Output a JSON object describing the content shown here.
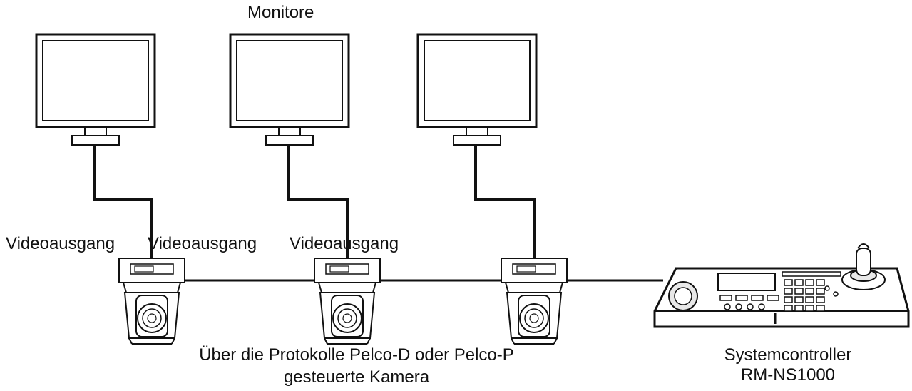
{
  "title": "Monitore",
  "labels": {
    "video_output_1": "Videoausgang",
    "video_output_2": "Videoausgang",
    "video_output_3": "Videoausgang",
    "camera_line1": "Über die Protokolle Pelco-D oder Pelco-P",
    "camera_line2": "gesteuerte Kamera",
    "controller_line1": "Systemcontroller",
    "controller_line2": "RM-NS1000"
  },
  "nodes": [
    {
      "id": "monitor-1",
      "kind": "monitor"
    },
    {
      "id": "monitor-2",
      "kind": "monitor"
    },
    {
      "id": "monitor-3",
      "kind": "monitor"
    },
    {
      "id": "camera-1",
      "kind": "ptz-camera"
    },
    {
      "id": "camera-2",
      "kind": "ptz-camera"
    },
    {
      "id": "camera-3",
      "kind": "ptz-camera"
    },
    {
      "id": "system-controller",
      "kind": "controller"
    }
  ],
  "edges": [
    {
      "from": "monitor-1",
      "to": "camera-1",
      "kind": "video"
    },
    {
      "from": "monitor-2",
      "to": "camera-2",
      "kind": "video"
    },
    {
      "from": "monitor-3",
      "to": "camera-3",
      "kind": "video"
    },
    {
      "from": "camera-1",
      "to": "camera-2",
      "kind": "control"
    },
    {
      "from": "camera-2",
      "to": "camera-3",
      "kind": "control"
    },
    {
      "from": "camera-3",
      "to": "system-controller",
      "kind": "control"
    }
  ],
  "colors": {
    "line": "#111111",
    "fill": "#ffffff",
    "shade": "#e8e8e8"
  }
}
